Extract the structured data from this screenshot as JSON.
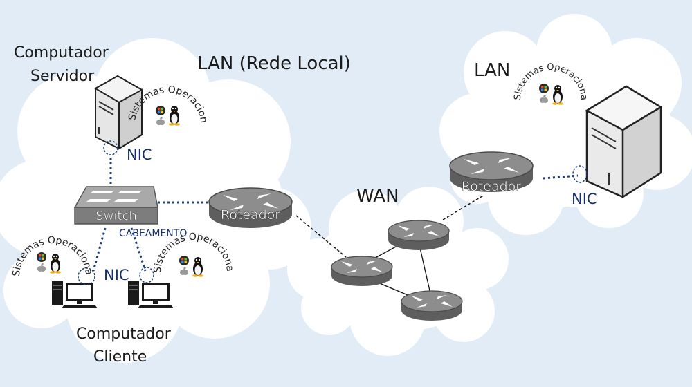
{
  "colors": {
    "background": "#e2ecf7",
    "cloud": "#ffffff",
    "device_gray": "#7e7e7e",
    "link_dotted": "#1e3d7a",
    "nic_text": "#17306a"
  },
  "labels": {
    "lan_local": "LAN (Rede Local)",
    "lan_right": "LAN",
    "wan": "WAN",
    "server_line1": "Computador",
    "server_line2": "Servidor",
    "client_line1": "Computador",
    "client_line2": "Cliente",
    "cabeamento": "CABEAMENTO"
  },
  "devices": {
    "switch": "Switch",
    "router_left": "Roteador",
    "router_right": "Roteador"
  },
  "nic": {
    "server": "NIC",
    "clients": "NIC",
    "right_server": "NIC"
  },
  "os_text": "Sistemas Operacionais",
  "icons": [
    "windows-logo-icon",
    "linux-tux-icon",
    "apple-logo-icon"
  ]
}
